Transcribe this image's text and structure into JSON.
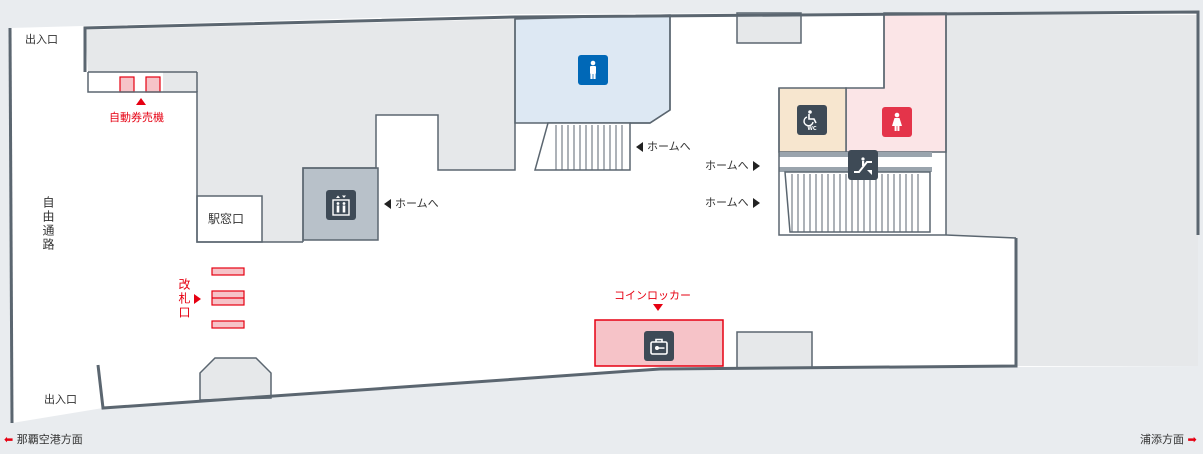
{
  "map": {
    "entrances": {
      "top": "出入口",
      "bottom": "出入口"
    },
    "labels": {
      "ticket_machines": "自動券売機",
      "free_passage": "自由通路",
      "ticket_office": "駅窓口",
      "ticket_gate": "改札口",
      "coin_locker": "コインロッカー",
      "to_platform_stairs": "ホームへ",
      "to_platform_elevator": "ホームへ",
      "to_platform_escalator_up": "ホームへ",
      "to_platform_escalator_down": "ホームへ"
    },
    "directions": {
      "left": "那覇空港方面",
      "right": "浦添方面"
    },
    "icons": {
      "mens_restroom": "mens-restroom-icon",
      "womens_restroom": "womens-restroom-icon",
      "accessible_restroom": "accessible-restroom-icon",
      "elevator": "elevator-icon",
      "escalator": "escalator-icon",
      "coin_locker": "locker-icon"
    },
    "colors": {
      "accent_red": "#e60012",
      "mens_blue": "#0068b7",
      "womens_pink": "#e4344a",
      "dark_icon": "#3e4a56",
      "wall": "#5b6670",
      "floor": "#ffffff",
      "blocked": "#e6e8ea",
      "mens_area": "#dde8f3",
      "womens_area": "#fbe5e7",
      "accessible_area": "#f7e6cf",
      "locker_area": "#f6c3c8",
      "elevator_area": "#b8c1c9"
    }
  }
}
